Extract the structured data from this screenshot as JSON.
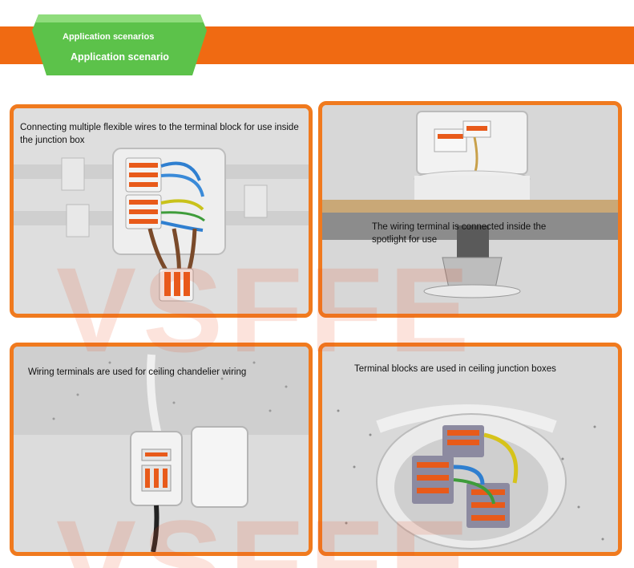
{
  "header": {
    "title": "Application scenarios",
    "subtitle": "Application scenario"
  },
  "panels": [
    {
      "caption": "Connecting multiple flexible wires to the terminal block for use inside the junction box"
    },
    {
      "caption": "The wiring terminal is connected inside the spotlight for use"
    },
    {
      "caption": "Wiring terminals are used for ceiling chandelier wiring"
    },
    {
      "caption": "Terminal blocks are used in ceiling junction boxes"
    }
  ],
  "watermark": "VSFFE",
  "colors": {
    "accent": "#f06a12",
    "tab": "#5cc24a",
    "border": "#f07a1e"
  }
}
